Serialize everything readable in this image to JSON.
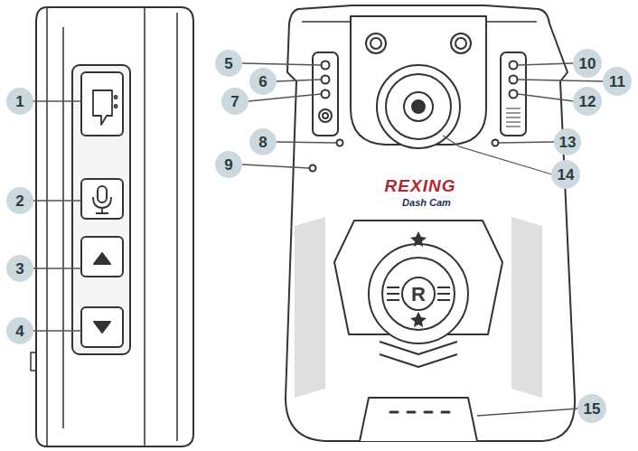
{
  "diagram": {
    "labels": [
      "1",
      "2",
      "3",
      "4",
      "5",
      "6",
      "7",
      "8",
      "9",
      "10",
      "11",
      "12",
      "13",
      "14",
      "15",
      "REXING",
      "Dash Cam",
      "R"
    ]
  }
}
